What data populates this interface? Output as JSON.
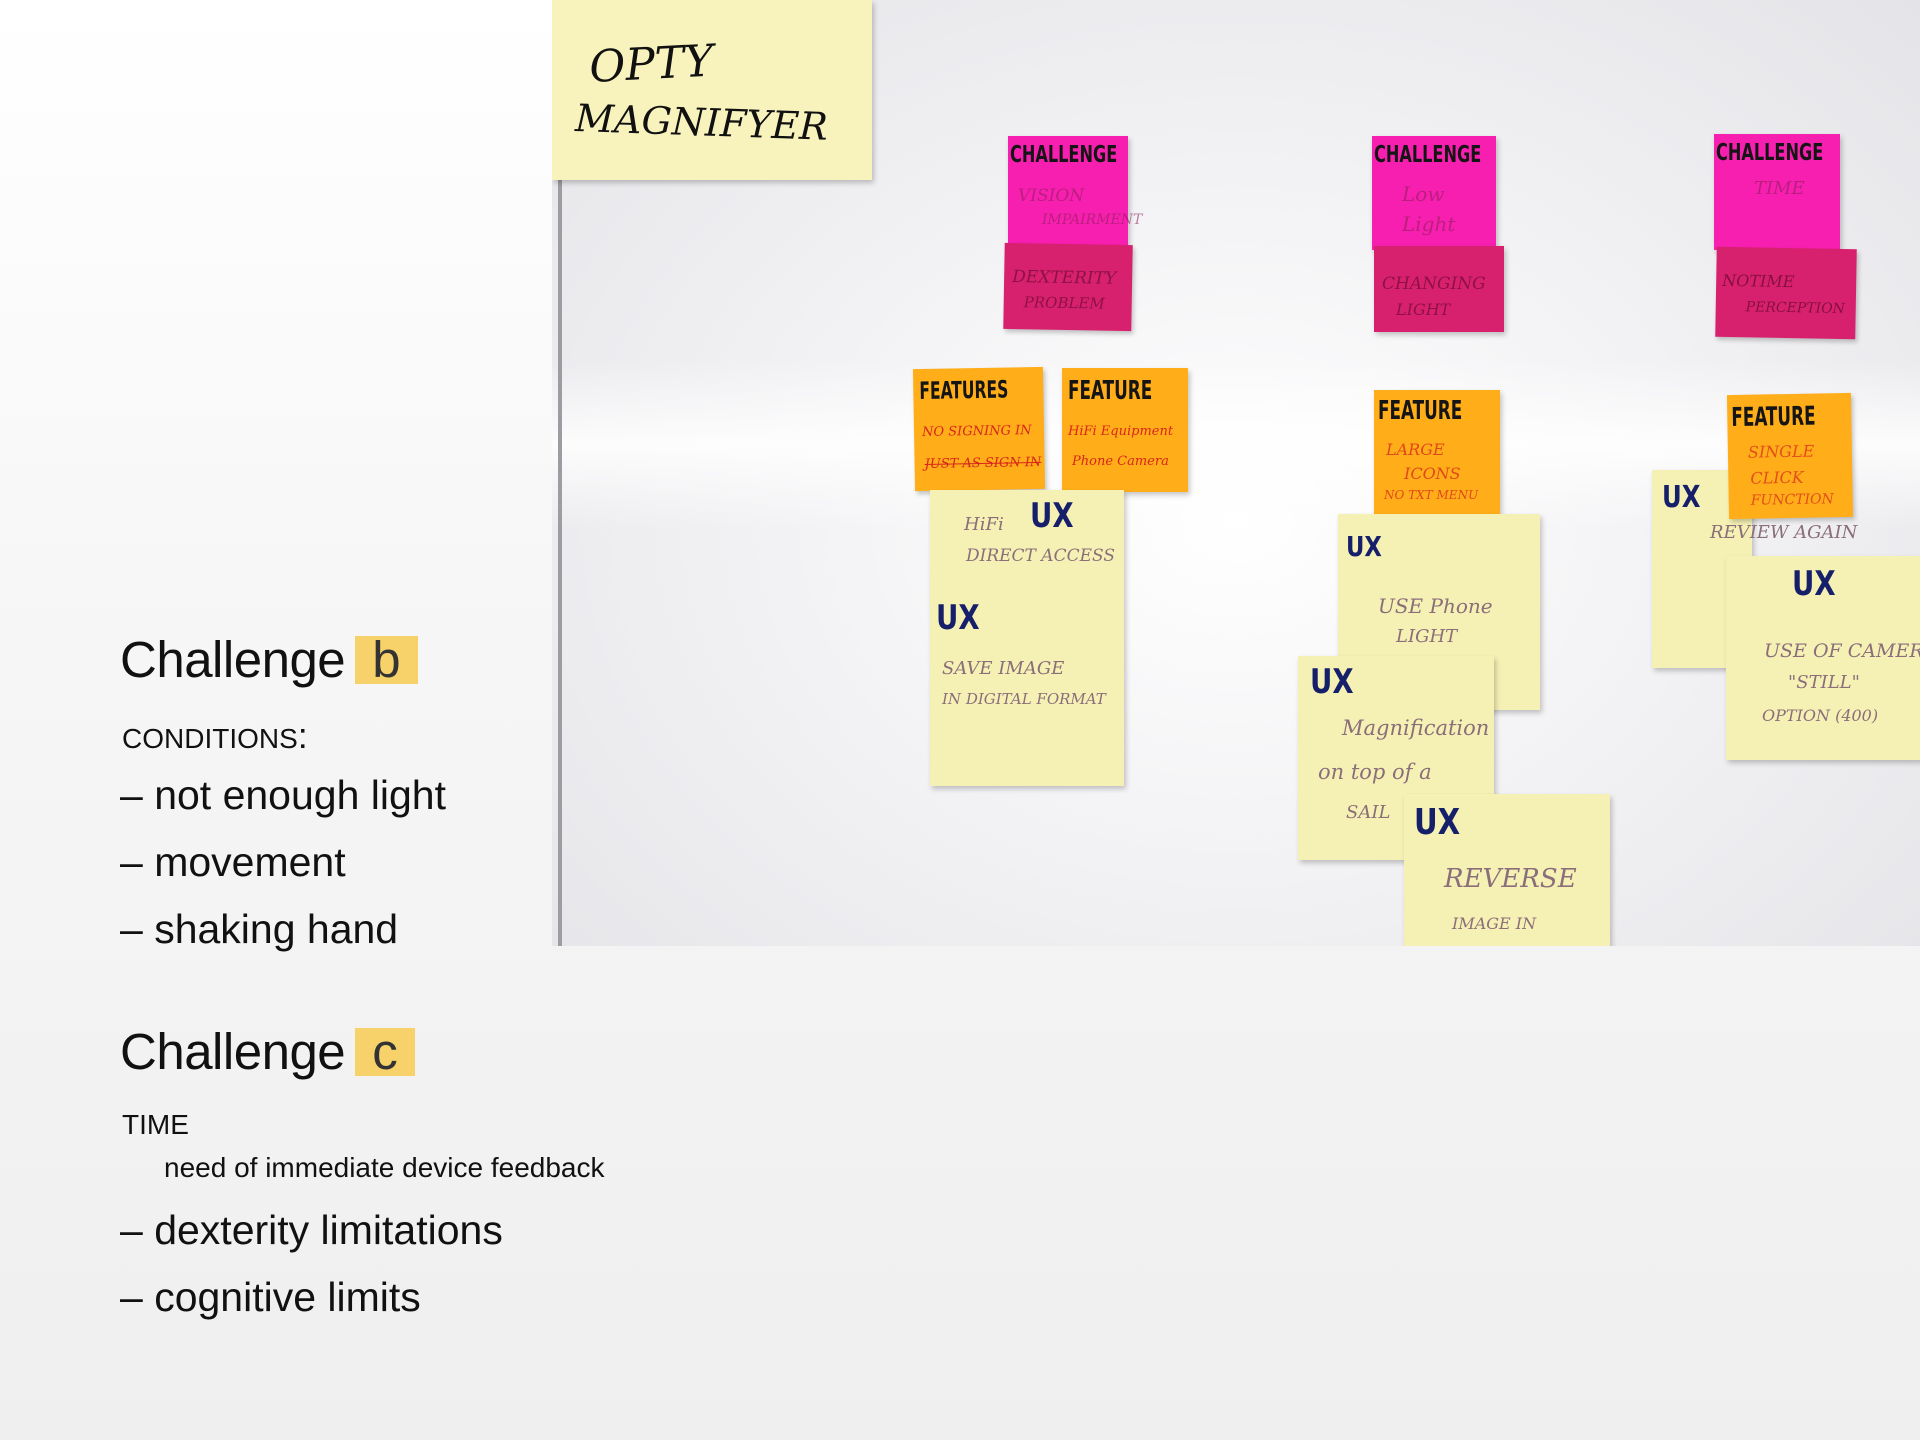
{
  "slide": {
    "challenge_b": {
      "heading": "Challenge",
      "letter": "b",
      "subheading": "CONDITIONS",
      "subheading_suffix": ":",
      "items": [
        "–  not enough light",
        "–  movement",
        "– shaking hand"
      ]
    },
    "challenge_c": {
      "heading": "Challenge",
      "letter": "c",
      "subheading": "TIME",
      "note": "need of immediate device feedback",
      "items": [
        "– dexterity limitations",
        "– cognitive limits"
      ]
    },
    "accent_color": "#f7d16a"
  },
  "photo": {
    "title_note": [
      "OPTY",
      "MAGNIFYER"
    ],
    "columns": [
      {
        "challenge": {
          "heading": "CHALLENGE",
          "lines": [
            "VISION",
            "IMPAIRMENT"
          ]
        },
        "challenge_sub": [
          "DEXTERITY",
          "PROBLEM"
        ],
        "features": [
          {
            "heading": "FEATURES",
            "lines": [
              "NO SIGNING IN",
              "JUST AS SIGN IN"
            ]
          },
          {
            "heading": "FEATURE",
            "lines": [
              "HiFi Equipment",
              "Phone Camera"
            ]
          }
        ],
        "ux_notes": [
          {
            "tag": "UX",
            "lines": [
              "HiFi",
              "DIRECT ACCESS"
            ]
          },
          {
            "tag": "UX",
            "lines": [
              "SAVE IMAGE",
              "IN DIGITAL FORMAT"
            ]
          }
        ]
      },
      {
        "challenge": {
          "heading": "CHALLENGE",
          "lines": [
            "Low",
            "Light"
          ]
        },
        "challenge_sub": [
          "CHANGING",
          "LIGHT"
        ],
        "features": [
          {
            "heading": "FEATURE",
            "lines": [
              "LARGE",
              "ICONS",
              "NO TXT MENU"
            ]
          }
        ],
        "ux_notes": [
          {
            "tag": "UX",
            "lines": [
              "USE Phone",
              "LIGHT"
            ]
          },
          {
            "tag": "UX",
            "lines": [
              "Magnification",
              "on top of a",
              "SAIL"
            ]
          },
          {
            "tag": "UX",
            "lines": [
              "REVERSE",
              "IMAGE IN"
            ]
          }
        ]
      },
      {
        "challenge": {
          "heading": "CHALLENGE",
          "lines": [
            "TIME"
          ]
        },
        "challenge_sub": [
          "NOTIME",
          "PERCEPTION"
        ],
        "features": [
          {
            "heading": "FEATURE",
            "lines": [
              "SINGLE",
              "CLICK",
              "FUNCTION"
            ]
          }
        ],
        "ux_notes": [
          {
            "tag": "UX",
            "lines": [
              "REVIEW AGAIN"
            ]
          },
          {
            "tag": "UX",
            "lines": [
              "USE OF CAMERA",
              "\"STILL\"",
              "OPTION (400)"
            ]
          }
        ]
      }
    ]
  }
}
